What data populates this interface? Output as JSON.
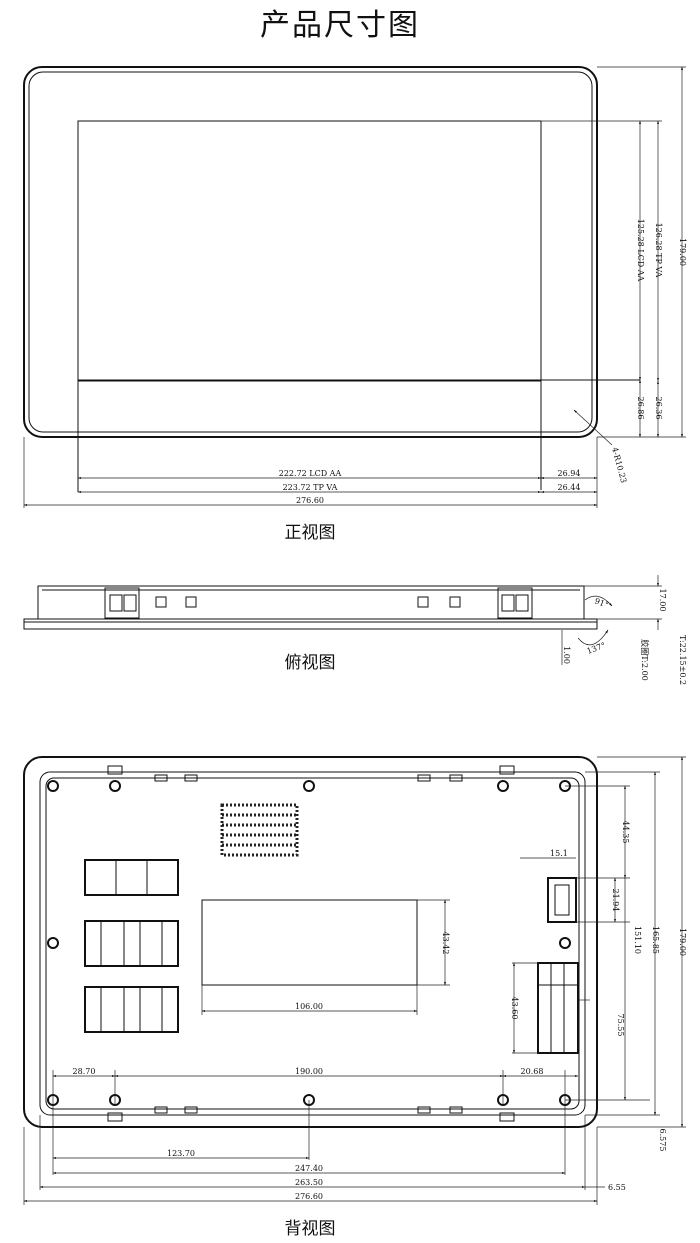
{
  "title": "产品尺寸图",
  "front": {
    "caption": "正视图",
    "lcd_aa_w": "222.72 LCD AA",
    "tp_va_w": "223.72 TP VA",
    "total_w": "276.60",
    "right_w1": "26.94",
    "right_w2": "26.44",
    "lcd_aa_h": "125.28 LCD AA",
    "tp_va_h": "126.28 TP VA",
    "total_h": "179.00",
    "bottom_h1": "26.86",
    "bottom_h2": "26.36",
    "radius": "4-R10.23"
  },
  "top": {
    "caption": "俯视图",
    "h17": "17.00",
    "h1": "1.00",
    "glue": "胶圈T:2.00",
    "thickness": "T:22.15±0.2",
    "ang1": "91°",
    "ang2": "137°"
  },
  "back": {
    "caption": "背视图",
    "d106": "106.00",
    "d4342": "43.42",
    "d2870": "28.70",
    "d190": "190.00",
    "d2068": "20.68",
    "d12370": "123.70",
    "d24740": "247.40",
    "d26350": "263.50",
    "d27660": "276.60",
    "d655": "6.55",
    "d151": "15.1",
    "d4435": "44.35",
    "d2194": "21.94",
    "d15110": "151.10",
    "d16585": "165.85",
    "d17900": "179.00",
    "d4360": "43.60",
    "d7555": "75.55",
    "d6575": "6.575"
  }
}
